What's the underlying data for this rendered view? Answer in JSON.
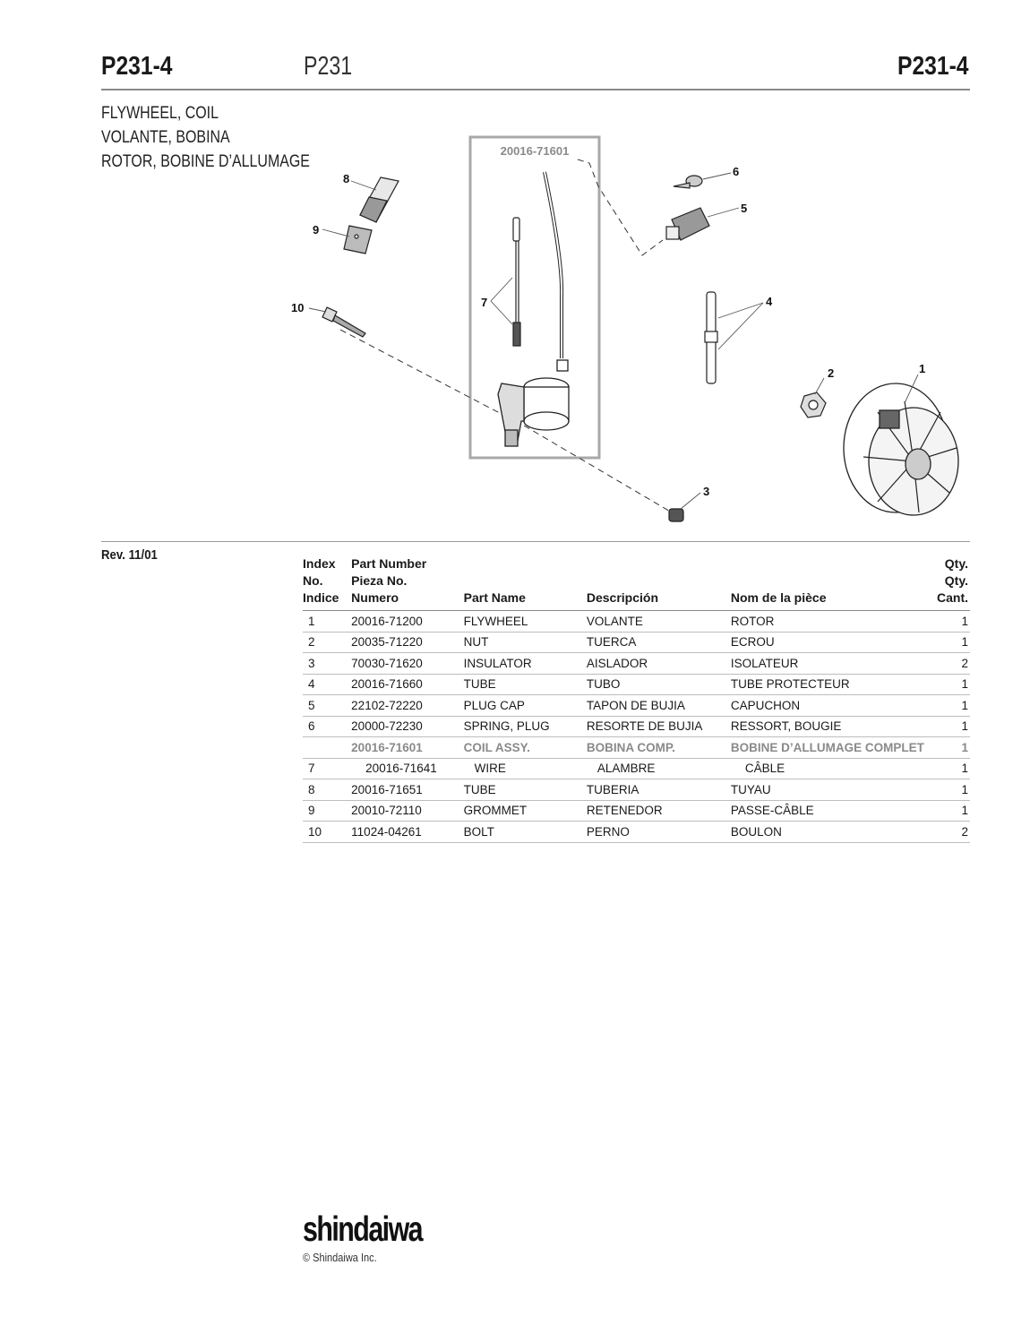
{
  "header": {
    "code_left": "P231-4",
    "model": "P231",
    "code_right": "P231-4"
  },
  "titles": [
    "FLYWHEEL, COIL",
    "VOLANTE, BOBINA",
    "ROTOR, BOBINE D’ALLUMAGE"
  ],
  "diagram": {
    "assembly_label": "20016-71601",
    "callouts": [
      "1",
      "2",
      "3",
      "4",
      "5",
      "6",
      "7",
      "8",
      "9",
      "10"
    ]
  },
  "revision": "Rev. 11/01",
  "table": {
    "headers": {
      "index": [
        "Index",
        "No.",
        "Indice"
      ],
      "part_number": [
        "Part Number",
        "Pieza No.",
        "Numero"
      ],
      "part_name": "Part Name",
      "descripcion": "Descripción",
      "nom": "Nom de la pièce",
      "qty": [
        "Qty.",
        "Qty.",
        "Cant."
      ]
    },
    "rows": [
      {
        "idx": "1",
        "pn": "20016-71200",
        "name": "FLYWHEEL",
        "es": "VOLANTE",
        "fr": "ROTOR",
        "qty": "1",
        "kind": "normal"
      },
      {
        "idx": "2",
        "pn": "20035-71220",
        "name": "NUT",
        "es": "TUERCA",
        "fr": "ECROU",
        "qty": "1",
        "kind": "normal"
      },
      {
        "idx": "3",
        "pn": "70030-71620",
        "name": "INSULATOR",
        "es": "AISLADOR",
        "fr": " ISOLATEUR",
        "qty": "2",
        "kind": "normal"
      },
      {
        "idx": "4",
        "pn": "20016-71660",
        "name": "TUBE",
        "es": "TUBO",
        "fr": "TUBE PROTECTEUR",
        "qty": "1",
        "kind": "normal"
      },
      {
        "idx": "5",
        "pn": "22102-72220",
        "name": "PLUG CAP",
        "es": "TAPON DE BUJIA",
        "fr": "CAPUCHON",
        "qty": "1",
        "kind": "normal"
      },
      {
        "idx": "6",
        "pn": "20000-72230",
        "name": "SPRING,  PLUG",
        "es": "RESORTE DE BUJIA",
        "fr": "RESSORT, BOUGIE",
        "qty": "1",
        "kind": "normal"
      },
      {
        "idx": "",
        "pn": "20016-71601",
        "name": "COIL ASSY.",
        "es": "BOBINA COMP.",
        "fr": "BOBINE D’ALLUMAGE COMPLET",
        "qty": "1",
        "kind": "assy"
      },
      {
        "idx": "7",
        "pn": "20016-71641",
        "name": "WIRE",
        "es": "ALAMBRE",
        "fr": "CÂBLE",
        "qty": "1",
        "kind": "sub"
      },
      {
        "idx": "8",
        "pn": "20016-71651",
        "name": "TUBE",
        "es": "TUBERIA",
        "fr": "TUYAU",
        "qty": "1",
        "kind": "normal"
      },
      {
        "idx": "9",
        "pn": "20010-72110",
        "name": "GROMMET",
        "es": "RETENEDOR",
        "fr": "PASSE-CÂBLE",
        "qty": "1",
        "kind": "normal"
      },
      {
        "idx": "10",
        "pn": "11024-04261",
        "name": "BOLT",
        "es": "PERNO",
        "fr": "BOULON",
        "qty": "2",
        "kind": "normal"
      }
    ]
  },
  "footer": {
    "logo": "shindaiwa",
    "copyright": "© Shindaiwa Inc."
  }
}
